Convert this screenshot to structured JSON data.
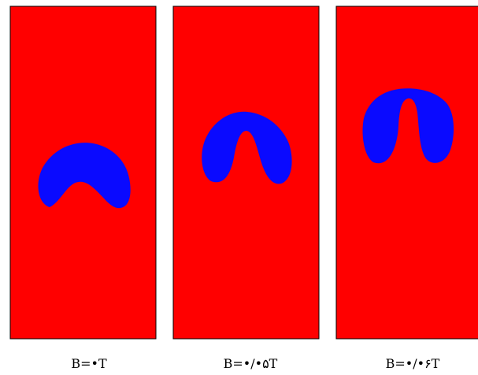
{
  "colors": {
    "background_fluid": "#ff0000",
    "bubble": "#0a0aff",
    "frame_border": "#000000"
  },
  "panels": [
    {
      "caption": "B=•T",
      "bubble_shape": "crescent-arched-low"
    },
    {
      "caption": "B=•/•۵T",
      "bubble_shape": "horseshoe-mid"
    },
    {
      "caption": "B=•/•۶T",
      "bubble_shape": "horseshoe-high-elongated"
    }
  ]
}
